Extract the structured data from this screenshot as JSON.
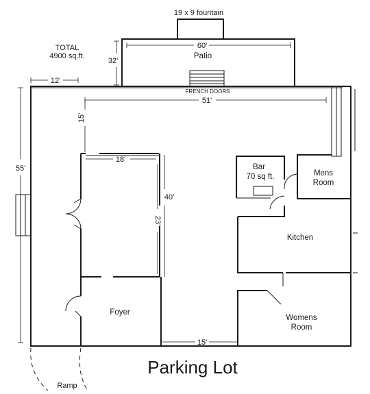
{
  "fountain": "19 x 9 fountain",
  "total": {
    "line1": "TOTAL",
    "line2": "4900 sq.ft."
  },
  "patio": {
    "label": "Patio",
    "width": "60'",
    "depth": "32'"
  },
  "french_doors": "FRENCH DOORS",
  "dimensions": {
    "left_setback": "12'",
    "interior_width": "51'",
    "front_gap": "15'",
    "building_depth": "55'",
    "hall_width": "18'",
    "hall_length_outer": "40'",
    "hall_length_inner": "23'",
    "entry_width": "15'"
  },
  "rooms": {
    "bar": {
      "line1": "Bar",
      "line2": "70 sq ft."
    },
    "mens": {
      "line1": "Mens",
      "line2": "Room"
    },
    "kitchen": "Kitchen",
    "foyer": "Foyer",
    "womens": {
      "line1": "Womens",
      "line2": "Room"
    }
  },
  "parking_lot": "Parking Lot",
  "ramp": "Ramp"
}
